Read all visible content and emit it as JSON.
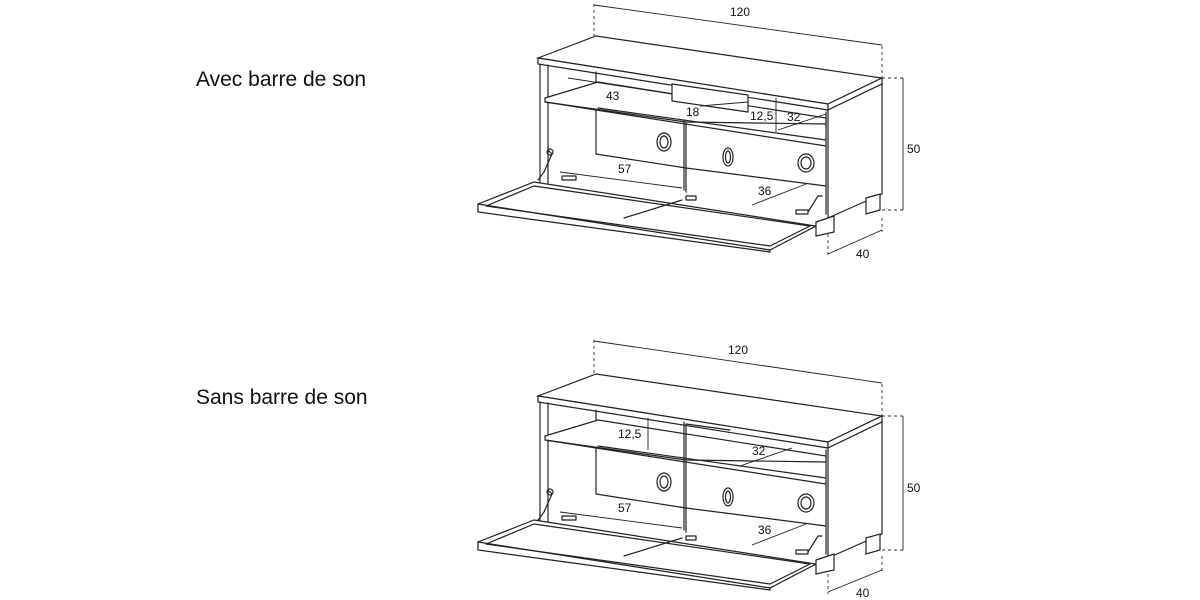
{
  "labels": {
    "with_soundbar": "Avec barre de son",
    "without_soundbar": "Sans barre de son"
  },
  "top": {
    "dims": {
      "width": "120",
      "height": "50",
      "depth": "40",
      "soundbar_width": "43",
      "soundbar_height": "18",
      "shelf_gap": "12,5",
      "shelf_depth": "32",
      "inner_left": "57",
      "inner_right": "36"
    }
  },
  "bottom": {
    "dims": {
      "width": "120",
      "height": "50",
      "depth": "40",
      "shelf_gap": "12,5",
      "shelf_depth": "32",
      "inner_left": "57",
      "inner_right": "36"
    }
  }
}
